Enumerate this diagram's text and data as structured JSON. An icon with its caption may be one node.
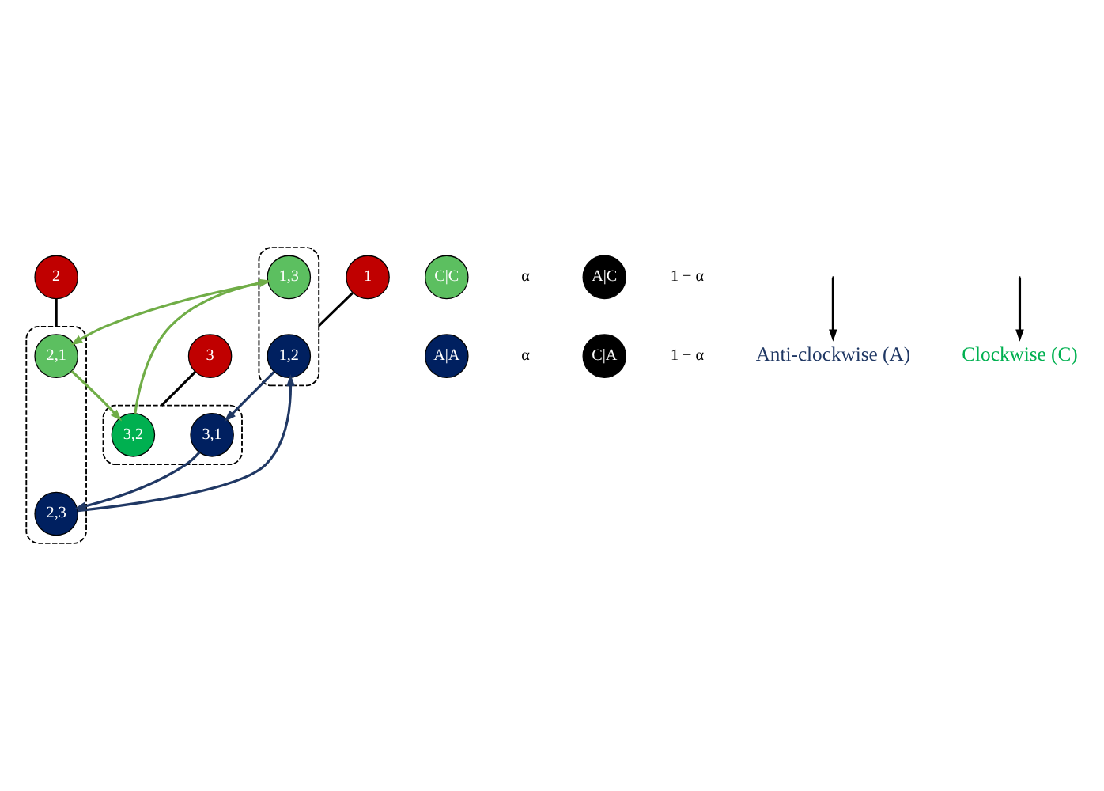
{
  "diagram": {
    "nodes": [
      {
        "text": [
          "1"
        ]
      },
      {
        "text": [],
        "shape": "ellipse"
      },
      {
        "text": [
          "1,2"
        ],
        "in": 1
      },
      {
        "text": [
          "1,3"
        ],
        "in": 1
      },
      {
        "text": [
          "C|C"
        ],
        "beside": [
          "α"
        ]
      },
      {
        "text": [
          "A|A"
        ],
        "beside": [
          "α"
        ]
      },
      {
        "text": [
          "A|C"
        ],
        "beside": [
          "1 − α"
        ]
      },
      {
        "text": [
          "C|A"
        ],
        "beside": [
          "1 − α"
        ]
      },
      {
        "text": [],
        "shape": "ellipse"
      },
      {
        "text": [
          "3,2"
        ],
        "in": 8
      },
      {
        "text": [
          "3,1"
        ],
        "in": 8
      },
      {
        "text": [],
        "shape": "ellipse"
      },
      {
        "text": [
          "2,1"
        ],
        "in": 11
      },
      {
        "text": [
          "2,3"
        ],
        "in": 11
      },
      {
        "text": [
          "3"
        ]
      },
      {
        "text": [
          "2"
        ]
      },
      {
        "text": [
          "Anti-clockwise (A)"
        ]
      },
      {
        "text": [
          "Clockwise (C)"
        ]
      }
    ],
    "edges": [
      {
        "from": 0,
        "to": 1,
        "arrow": "none"
      },
      {
        "from": 14,
        "to": 8,
        "arrow": "none"
      },
      {
        "from": 15,
        "to": 11,
        "arrow": "none"
      },
      {
        "from": 2,
        "to": 10,
        "arrow": "to",
        "color": "#203864"
      },
      {
        "from": 10,
        "to": 13,
        "arrow": "to",
        "color": "#203864"
      },
      {
        "from": 13,
        "to": 2,
        "arrow": "to",
        "color": "#203864"
      },
      {
        "from": 3,
        "to": 12,
        "arrow": "to",
        "color": "#70ad47"
      },
      {
        "from": 12,
        "to": 9,
        "arrow": "to",
        "color": "#70ad47"
      },
      {
        "from": 9,
        "to": 3,
        "arrow": "to",
        "color": "#70ad47"
      },
      {
        "from": null,
        "to": 16,
        "arrow": "to"
      },
      {
        "from": null,
        "to": 17,
        "arrow": "to"
      }
    ]
  }
}
